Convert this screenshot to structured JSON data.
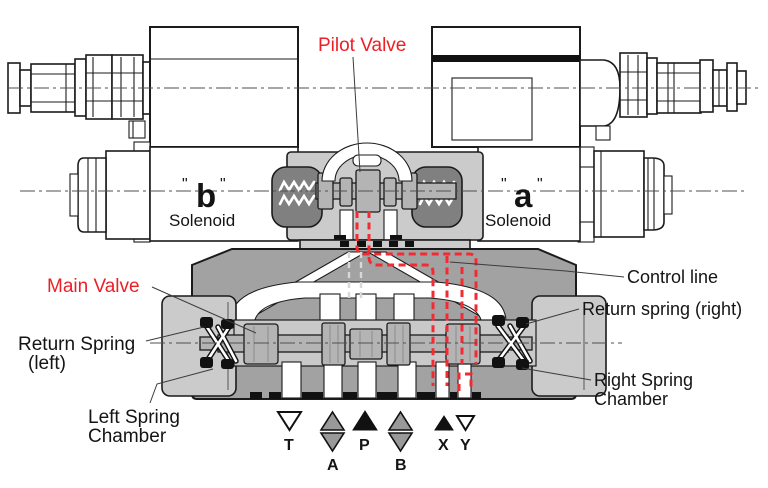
{
  "diagram": {
    "labels": {
      "pilot_valve": "Pilot Valve",
      "main_valve": "Main Valve",
      "control_line": "Control line",
      "return_spring_left_line1": "Return Spring",
      "return_spring_left_line2": "(left)",
      "left_spring_chamber_line1": "Left Spring",
      "left_spring_chamber_line2": "Chamber",
      "return_spring_right": "Return spring (right)",
      "right_spring_chamber_line1": "Right Spring",
      "right_spring_chamber_line2": "Chamber"
    },
    "solenoids": {
      "quote_mark": "\"",
      "left_letter": "b",
      "right_letter": "a",
      "caption": "Solenoid"
    },
    "ports": [
      {
        "label": "T",
        "symbol": "open-down-triangle"
      },
      {
        "label": "A",
        "symbol": "gray-up-and-down-triangles"
      },
      {
        "label": "P",
        "symbol": "solid-black-up-triangle"
      },
      {
        "label": "B",
        "symbol": "gray-up-and-down-triangles"
      },
      {
        "label": "X",
        "symbol": "small-solid-black-up-triangle"
      },
      {
        "label": "Y",
        "symbol": "small-open-down-triangle"
      }
    ],
    "colors": {
      "highlight_red": "#ec1f27",
      "control_line_red": "#f42a33",
      "body_gray": "#a2a2a2",
      "light_gray": "#cbcbcb",
      "dark_gray": "#808080",
      "label_black": "#141414",
      "port_triangle_gray": "#999999"
    }
  }
}
